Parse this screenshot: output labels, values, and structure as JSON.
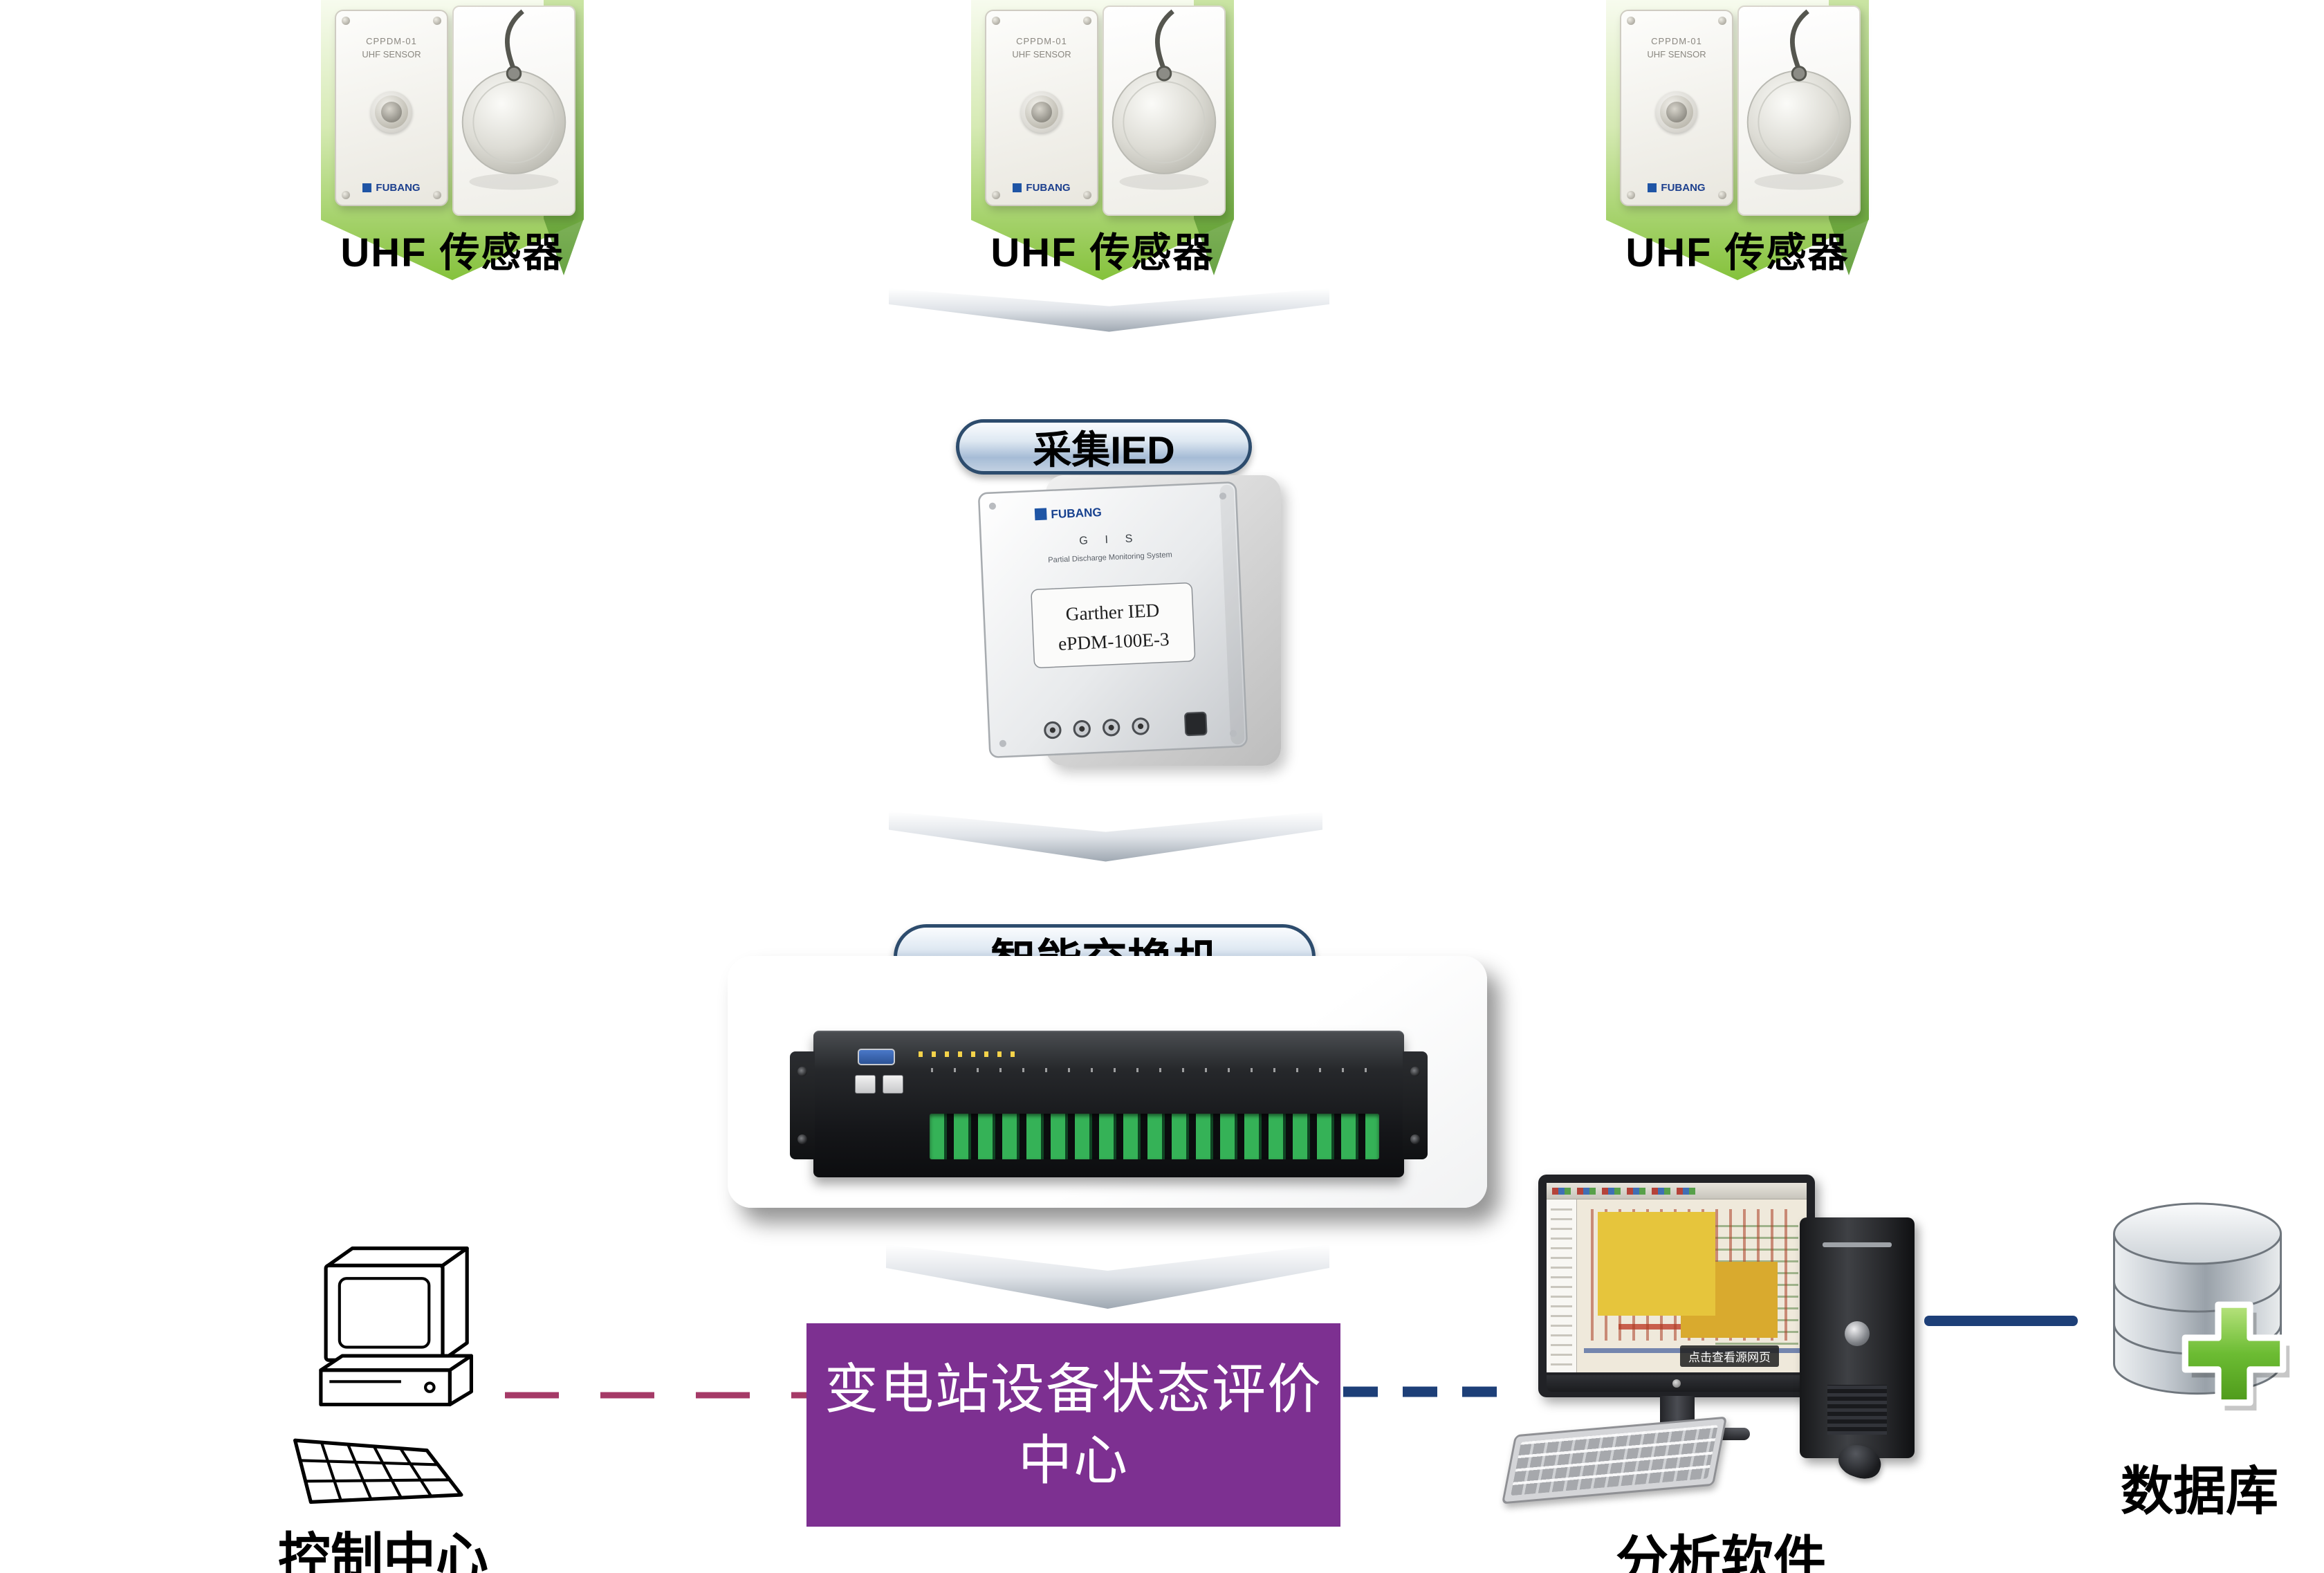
{
  "colors": {
    "green": "#85c23c",
    "green-dark": "#4f9323",
    "chev-gray": "#9fa8b2",
    "pill-border": "#2d4c6d",
    "purple": "#7d3091",
    "navy": "#1d3f78",
    "crimson": "#a53a67",
    "plus-green": "#5aa71f"
  },
  "sensors": [
    {
      "label": "UHF 传感器"
    },
    {
      "label": "UHF 传感器"
    },
    {
      "label": "UHF 传感器"
    }
  ],
  "sensor_photo": {
    "model": "CPPDM-01",
    "type": "UHF SENSOR",
    "brand": "FUBANG"
  },
  "ied": {
    "title": "采集IED",
    "brand": "FUBANG",
    "line1": "G I S",
    "line2": "Partial Discharge Monitoring System",
    "name": "Garther IED",
    "model": "ePDM-100E-3"
  },
  "switch_section": {
    "title": "智能交换机"
  },
  "bottom": {
    "control_center": "控制中心",
    "eval_line1": "变电站设备状态评价",
    "eval_line2": "中心",
    "analysis": "分析软件",
    "database": "数据库",
    "monitor_badge": "点击查看源网页"
  }
}
